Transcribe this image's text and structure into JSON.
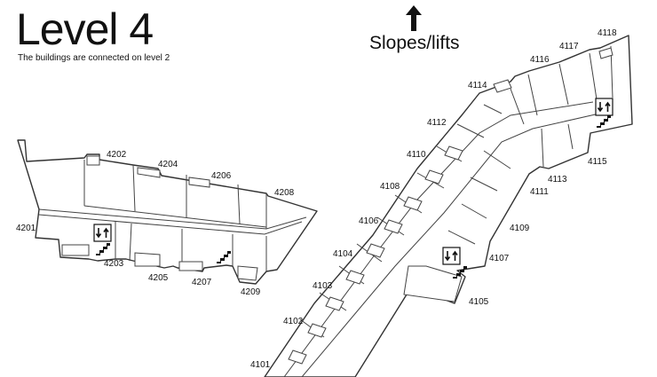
{
  "header": {
    "title": "Level 4",
    "subtitle": "The buildings are connected on level 2",
    "direction_label": "Slopes/lifts",
    "direction_icon": "up-arrow-icon"
  },
  "west_building": {
    "rooms": [
      "4201",
      "4202",
      "4203",
      "4204",
      "4205",
      "4206",
      "4207",
      "4208",
      "4209"
    ]
  },
  "east_building": {
    "rooms": [
      "4101",
      "4102",
      "4103",
      "4104",
      "4105",
      "4106",
      "4107",
      "4108",
      "4109",
      "4110",
      "4111",
      "4112",
      "4113",
      "4114",
      "4115",
      "4116",
      "4117",
      "4118"
    ]
  },
  "icons": {
    "lift": "lift-icon",
    "stairs": "stairs-icon"
  },
  "colors": {
    "line": "#333333",
    "background": "#ffffff"
  }
}
